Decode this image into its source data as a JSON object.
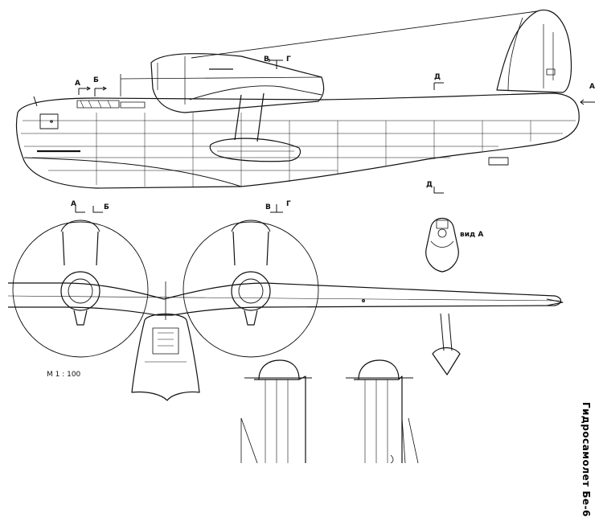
{
  "title": "Гидросамолет Бе-6",
  "scale": "М 1 : 100",
  "view_label": "вид А",
  "section_marks": {
    "a_top": "А",
    "b_top": "Б",
    "v_top": "В",
    "g_top": "Г",
    "d_top": "Д",
    "a_bottom": "А",
    "b_bottom": "Б",
    "v_bottom": "В",
    "g_bottom": "Г",
    "d_bottom": "Д",
    "a_tail": "А"
  },
  "colors": {
    "ink": "#111111",
    "paper": "#ffffff"
  }
}
